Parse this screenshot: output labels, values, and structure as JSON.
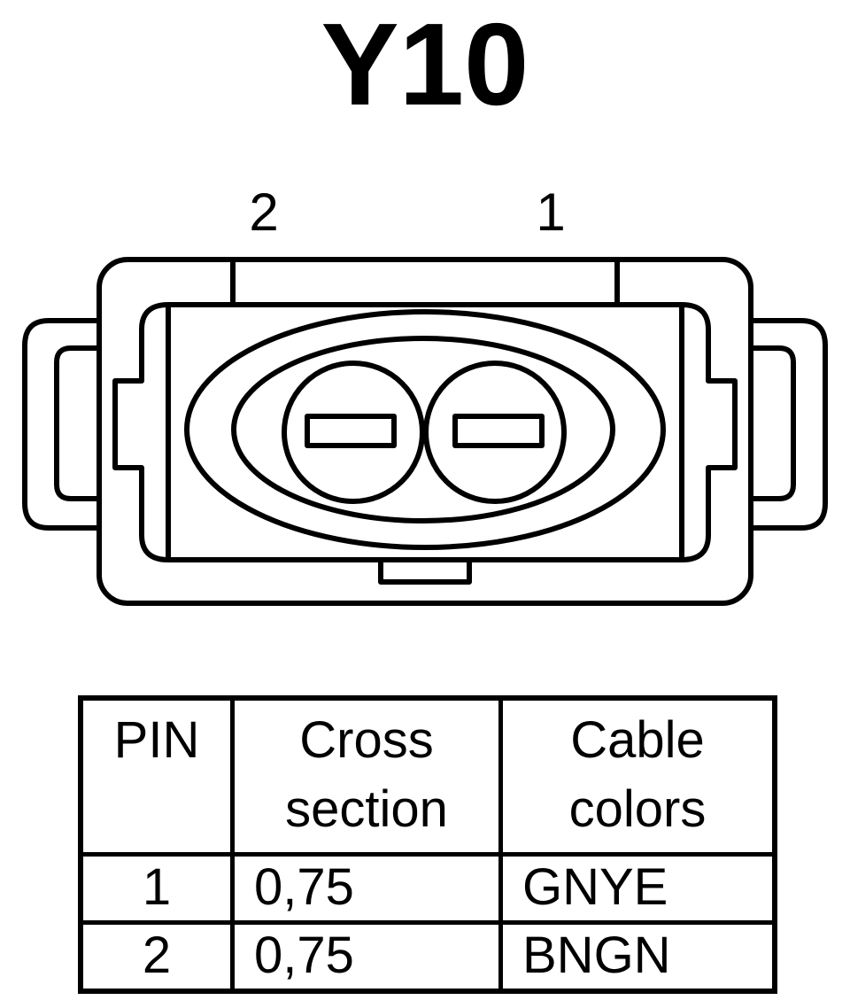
{
  "title": "Y10",
  "pin_labels": {
    "left": "2",
    "right": "1"
  },
  "table": {
    "headers": {
      "pin": "PIN",
      "cross_line1": "Cross",
      "cross_line2": "section",
      "cable_line1": "Cable",
      "cable_line2": "colors"
    },
    "rows": [
      {
        "pin": "1",
        "cross_section": "0,75",
        "cable_color": "GNYE"
      },
      {
        "pin": "2",
        "cross_section": "0,75",
        "cable_color": "BNGN"
      }
    ]
  }
}
